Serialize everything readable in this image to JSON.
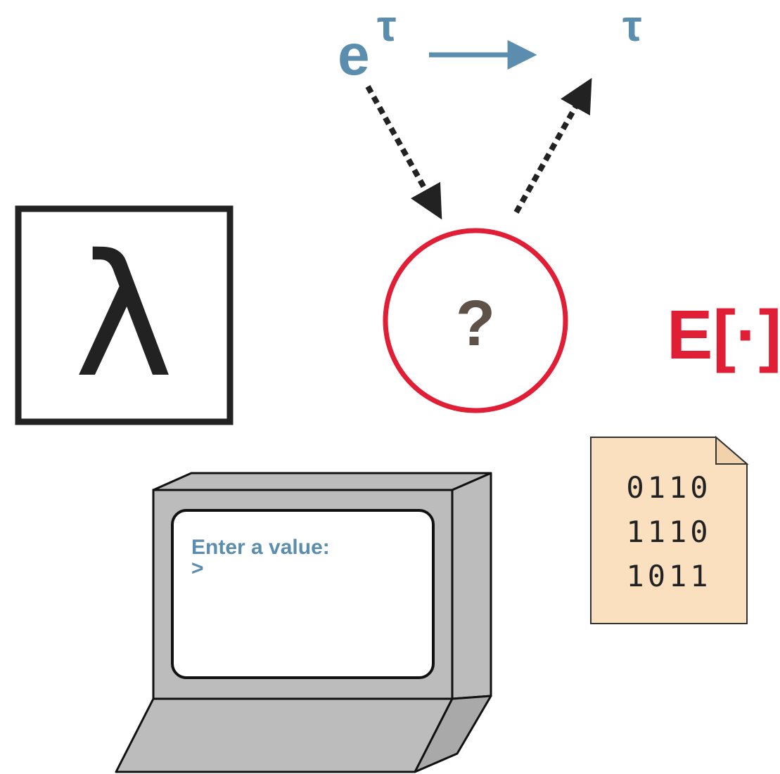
{
  "colors": {
    "blue": "#5b8dae",
    "red": "#e01e35",
    "dark": "#222222",
    "brown": "#5e5248",
    "monitor_gray": "#bcbcbc",
    "file_fill": "#fbe0c0"
  },
  "typing": {
    "expression": "e",
    "expression_type": "τ",
    "result_type": "τ"
  },
  "lambda_box": {
    "symbol": "λ"
  },
  "checker": {
    "symbol": "?"
  },
  "context": {
    "label": "E[·]"
  },
  "terminal": {
    "prompt_line": "Enter a value:",
    "cursor_line": ">"
  },
  "binary_file": {
    "lines": [
      "0110",
      "1110",
      "1011"
    ]
  }
}
